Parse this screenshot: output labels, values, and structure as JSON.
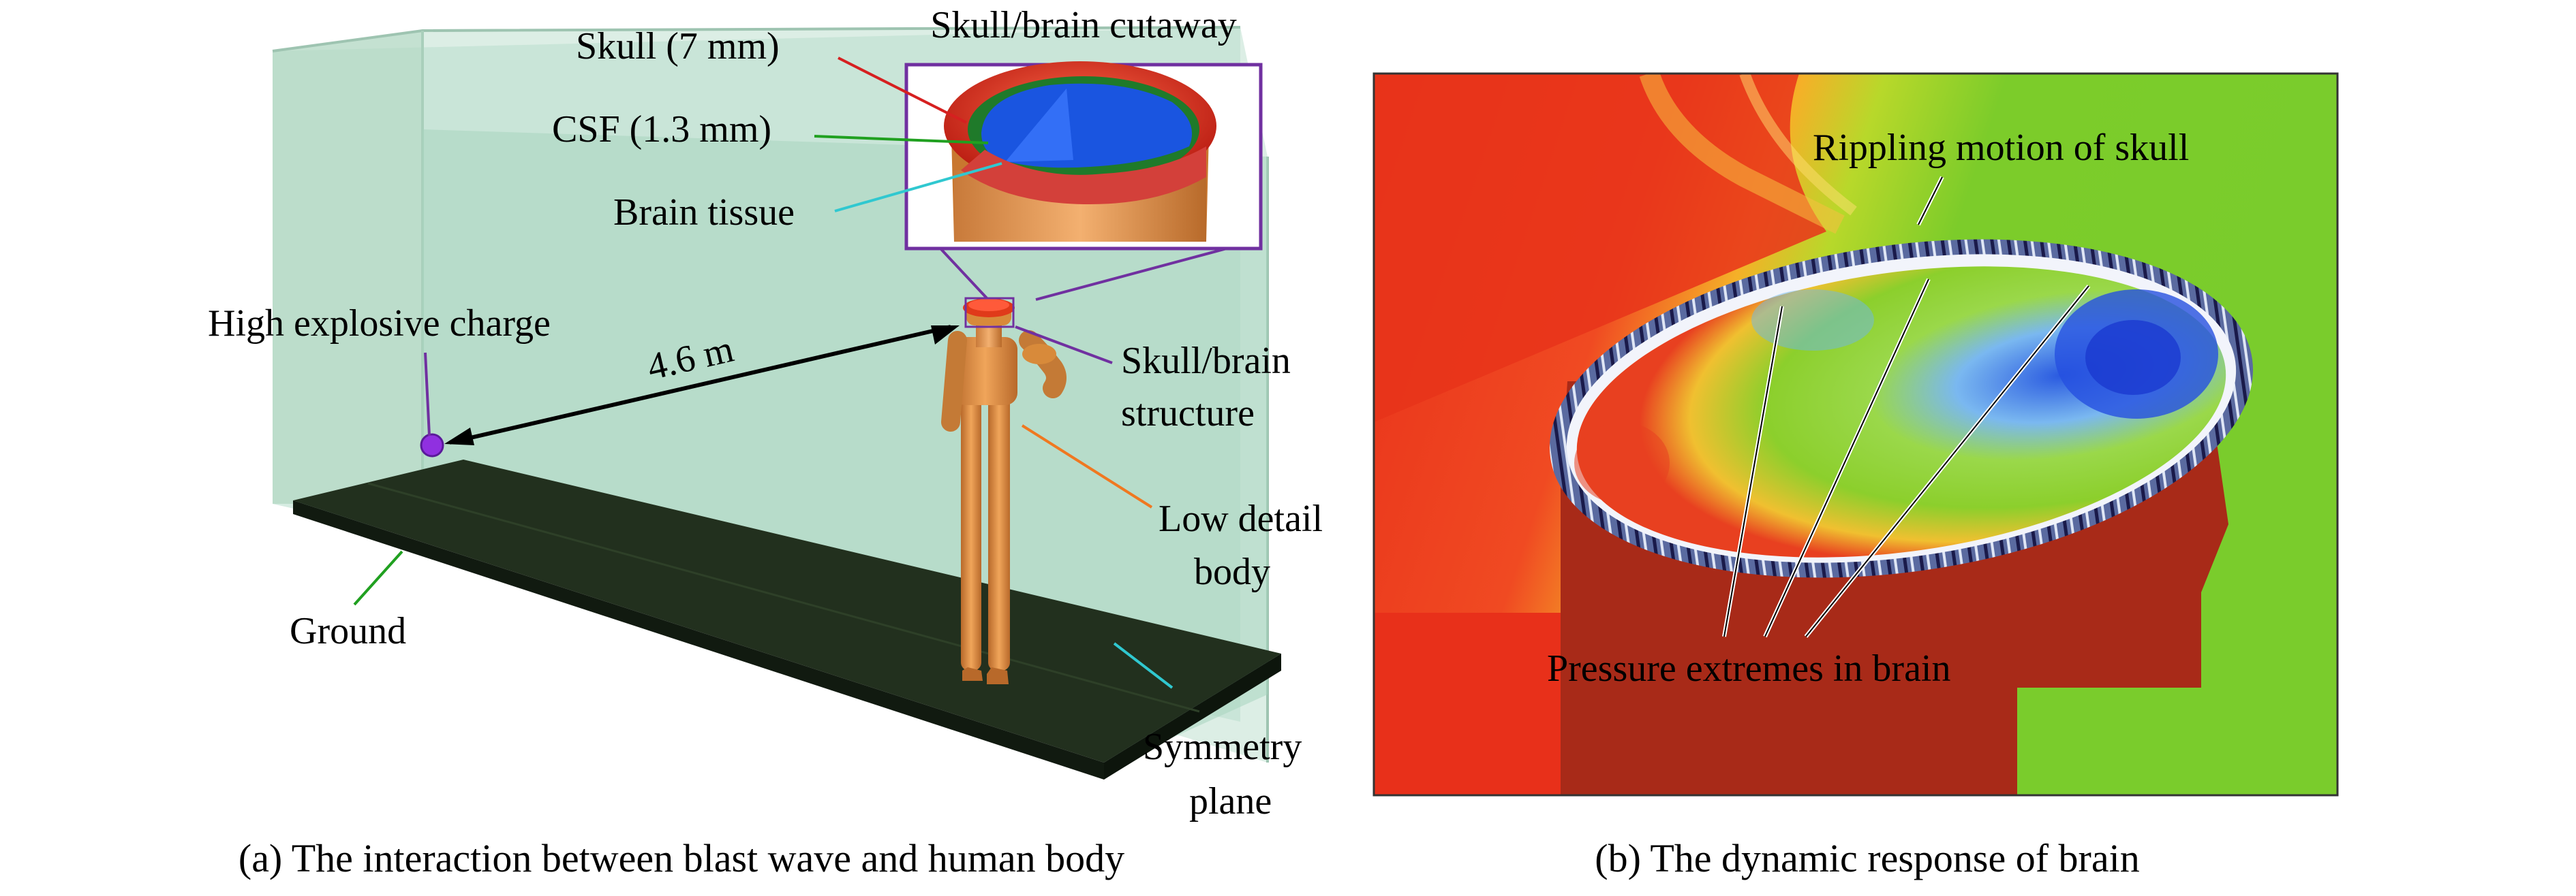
{
  "panel_a": {
    "caption": "(a) The interaction between blast wave and human body",
    "cutaway_title": "Skull/brain cutaway",
    "labels": {
      "skull": "Skull (7 mm)",
      "csf": "CSF (1.3 mm)",
      "brain_tissue": "Brain tissue",
      "high_explosive": "High explosive charge",
      "distance": "4.6 m",
      "skull_brain_structure_line1": "Skull/brain",
      "skull_brain_structure_line2": "structure",
      "low_detail_body_line1": "Low detail",
      "low_detail_body_line2": "body",
      "ground": "Ground",
      "symmetry_plane_line1": "Symmetry",
      "symmetry_plane_line2": "plane"
    },
    "colors": {
      "skull": "#c81e14",
      "csf": "#1a9a2a",
      "brain": "#1a55e0",
      "leader_skull": "#d62020",
      "leader_csf": "#20a020",
      "leader_brain": "#30c8d0",
      "leader_structure": "#7030a0",
      "leader_body": "#f07820",
      "leader_ground": "#20a020",
      "leader_symmetry": "#30c8d0",
      "charge": "#9030e0",
      "ground_plate": "#22301e",
      "air_box": "#b8dccb",
      "body": "#d88a3a"
    }
  },
  "panel_b": {
    "caption": "(b) The dynamic response of brain",
    "labels": {
      "rippling": "Rippling motion of skull",
      "pressure": "Pressure extremes in brain"
    },
    "colors": {
      "high": "#e8301a",
      "mid": "#8ad12a",
      "low": "#2050e0",
      "body": "#a82a18"
    }
  }
}
